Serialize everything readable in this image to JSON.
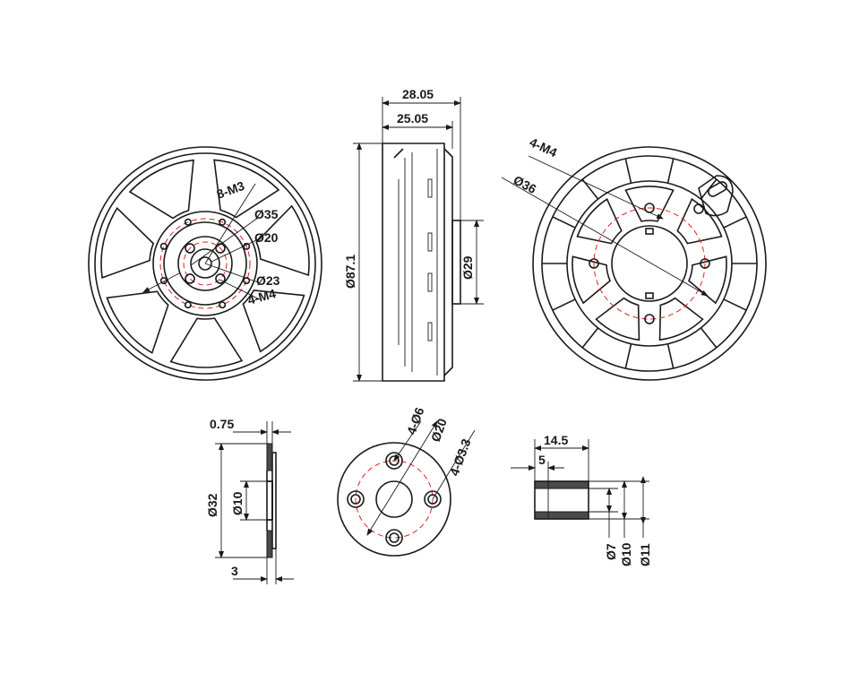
{
  "front_view": {
    "labels": {
      "bolt_circle_holes": "8-M3",
      "dia_outer_pcd": "Ø35",
      "dia_inner_pcd": "Ø20",
      "dia_hub": "Ø23",
      "mount_holes": "4-M4"
    }
  },
  "side_view": {
    "labels": {
      "total_length": "28.05",
      "body_length": "25.05",
      "diameter": "Ø87.1",
      "shaft_hub_dia": "Ø29"
    }
  },
  "rear_view": {
    "labels": {
      "mount_holes": "4-M4",
      "mount_pcd": "Ø36"
    }
  },
  "washer_view": {
    "labels": {
      "thickness_top": "0.75",
      "outer_dia": "Ø32",
      "inner_dia": "Ø10",
      "thickness_bottom": "3"
    }
  },
  "adapter_view": {
    "labels": {
      "counterbore": "4-Ø6",
      "pcd": "Ø20",
      "through_holes": "4-Ø3.3"
    }
  },
  "sleeve_view": {
    "labels": {
      "length": "14.5",
      "step_length": "5",
      "inner_dia": "Ø7",
      "mid_dia": "Ø10",
      "outer_dia": "Ø11"
    }
  },
  "colors": {
    "outline": "#1a1a1a",
    "center_line": "#e02020",
    "hatch": "#4a4a4a"
  }
}
